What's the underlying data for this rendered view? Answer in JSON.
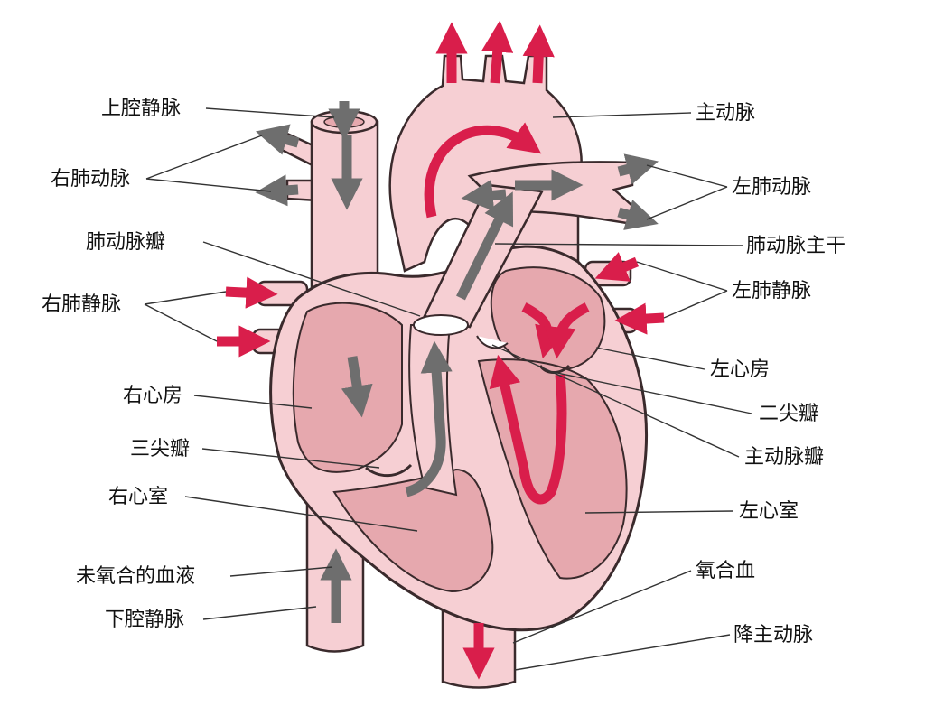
{
  "labels": {
    "superior_vena_cava": "上腔静脉",
    "right_pulmonary_artery": "右肺动脉",
    "pulmonary_valve": "肺动脉瓣",
    "right_pulmonary_vein": "右肺静脉",
    "right_atrium": "右心房",
    "tricuspid_valve": "三尖瓣",
    "right_ventricle": "右心室",
    "deoxygenated_blood": "未氧合的血液",
    "inferior_vena_cava": "下腔静脉",
    "aorta": "主动脉",
    "left_pulmonary_artery": "左肺动脉",
    "pulmonary_trunk": "肺动脉主干",
    "left_pulmonary_vein": "左肺静脉",
    "left_atrium": "左心房",
    "mitral_valve": "二尖瓣",
    "aortic_valve": "主动脉瓣",
    "left_ventricle": "左心室",
    "oxygenated_blood": "氧合血",
    "descending_aorta": "降主动脉"
  },
  "colors": {
    "tissue": "#f6cfd3",
    "chamber": "#e6a8ae",
    "outline": "#3a2a2c",
    "oxygenated_arrow": "#d91e4b",
    "deoxygenated_arrow": "#6e6e6e"
  }
}
